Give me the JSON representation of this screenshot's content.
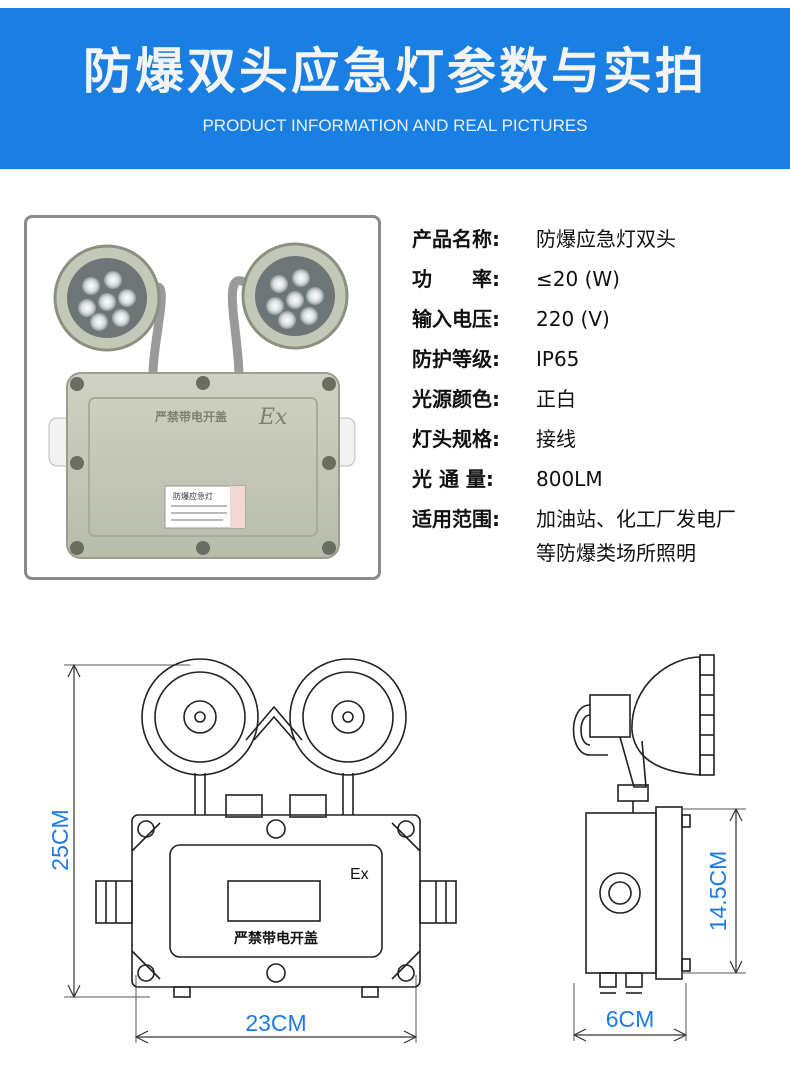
{
  "header": {
    "title": "防爆双头应急灯参数与实拍",
    "subtitle": "PRODUCT INFORMATION AND REAL PICTURES"
  },
  "photo": {
    "panel_text": "严禁带电开盖",
    "ex_mark": "Ex",
    "label_title": "防爆应急灯"
  },
  "specs": [
    {
      "label": "产品名称:",
      "value": "防爆应急灯双头"
    },
    {
      "label": "功　　率:",
      "value": "≤20 (W)"
    },
    {
      "label": "输入电压:",
      "value": "220 (V)"
    },
    {
      "label": "防护等级:",
      "value": "IP65"
    },
    {
      "label": "光源颜色:",
      "value": "正白"
    },
    {
      "label": "灯头规格:",
      "value": "接线"
    },
    {
      "label": "光 通 量:",
      "value": "800LM"
    },
    {
      "label": "适用范围:",
      "value": "加油站、化工厂发电厂"
    }
  ],
  "specs_continuation": "等防爆类场所照明",
  "front_drawing": {
    "height_dim": "25CM",
    "width_dim": "23CM",
    "ex_mark": "Ex",
    "panel_text": "严禁带电开盖"
  },
  "side_drawing": {
    "height_dim": "14.5CM",
    "width_dim": "6CM"
  },
  "colors": {
    "banner": "#1a7fe3",
    "dimension": "#1f7ae6"
  }
}
